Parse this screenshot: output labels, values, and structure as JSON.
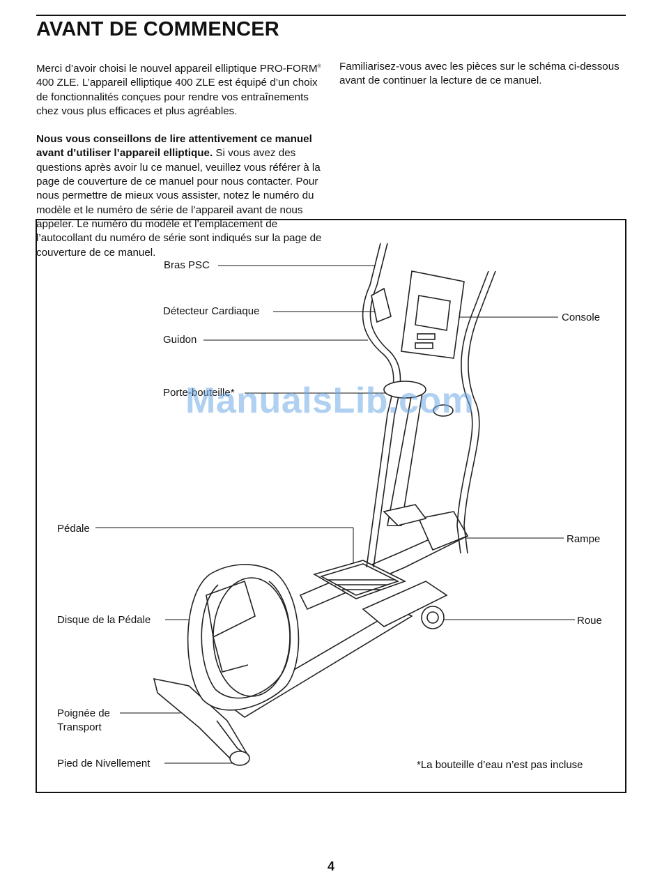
{
  "heading": "AVANT DE COMMENCER",
  "intro": {
    "p1_before_reg": "Merci d’avoir choisi le nouvel appareil elliptique PRO-FORM",
    "reg_mark": "®",
    "p1_after_reg": " 400 ZLE. L’appareil elliptique 400 ZLE est équipé d’un choix de fonctionnalités conçues pour rendre vos entraînements chez vous plus efficaces et plus agréables.",
    "p2_bold": "Nous vous conseillons de lire attentivement ce manuel avant d’utiliser l’appareil elliptique.",
    "p2_rest": " Si vous avez des questions après avoir lu ce manuel, veuillez vous référer à la page de couverture de ce manuel pour nous contacter. Pour nous permettre de mieux vous assister, notez le numéro du modèle et le numéro de série de l’appareil avant de nous appeler. Le numéro du modèle et l’emplacement de l’autocollant du numéro de série sont indiqués sur la page de couverture de ce manuel.",
    "p3": "Familiarisez-vous avec les pièces sur le schéma ci-dessous avant de continuer la lecture de ce manuel."
  },
  "diagram": {
    "labels": {
      "bras_psc": "Bras PSC",
      "detecteur": "Détecteur Cardiaque",
      "guidon": "Guidon",
      "porte_bouteille": "Porte-bouteille*",
      "console": "Console",
      "pedale": "Pédale",
      "rampe": "Rampe",
      "disque": "Disque de la Pédale",
      "roue": "Roue",
      "poignee_1": "Poignée de",
      "poignee_2": "Transport",
      "pied": "Pied de Nivellement"
    },
    "footnote": "*La bouteille d’eau n’est pas incluse",
    "watermark": "ManualsLib.com"
  },
  "page_number": "4"
}
